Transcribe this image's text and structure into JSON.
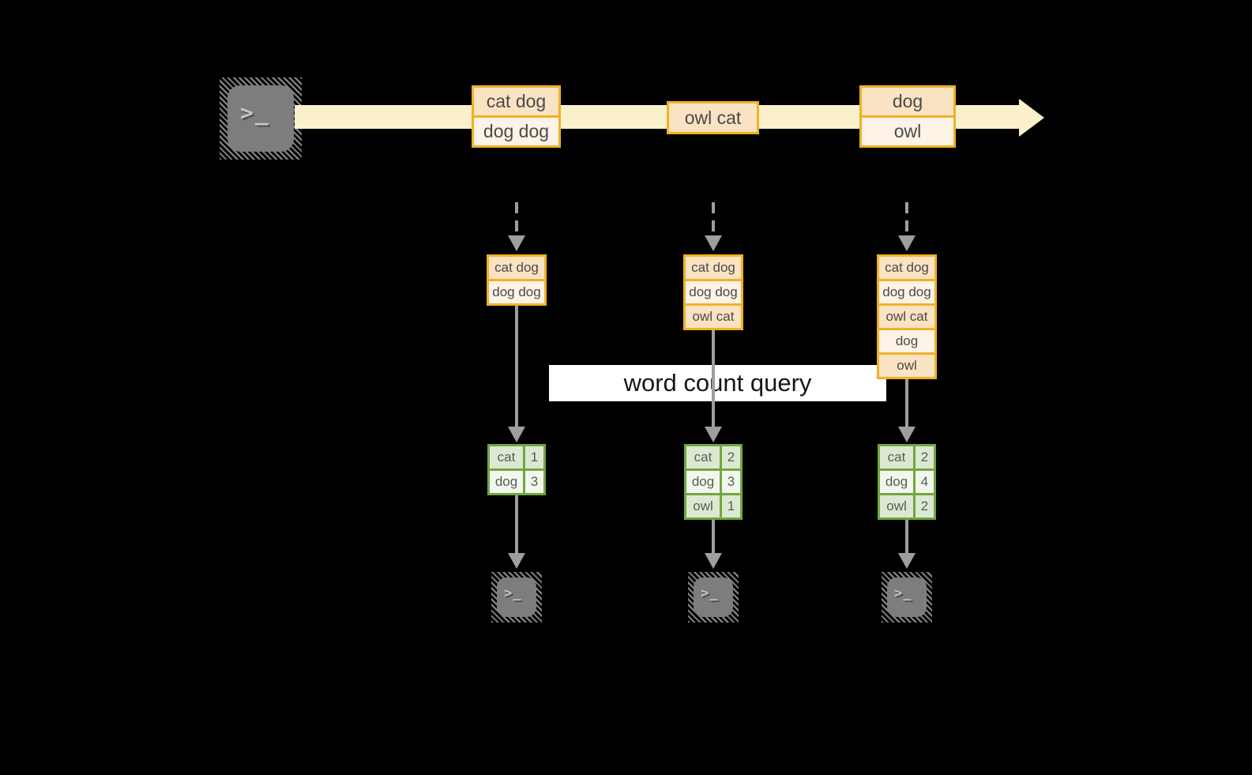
{
  "palette": {
    "background": "#000000",
    "stream_band": "#FAF0CC",
    "record_border": "#EFB226",
    "record_fill_dark": "#FAE3C3",
    "record_fill_light": "#FDF3E6",
    "table_border": "#72A63F",
    "table_fill_dark": "#DCE9D2",
    "table_fill_light": "#F2F7ED",
    "arrow_gray": "#9E9E9E",
    "terminal_gray": "#7D7D7D",
    "query_banner": "#FFFFFF"
  },
  "terminal": {
    "prompt": ">_"
  },
  "stream": {
    "events": [
      {
        "rows": [
          "cat dog",
          "dog dog"
        ]
      },
      {
        "rows": [
          "owl cat"
        ]
      },
      {
        "rows": [
          "dog",
          "owl"
        ]
      }
    ]
  },
  "query": {
    "label": "word count query"
  },
  "columns": [
    {
      "buffer": [
        "cat dog",
        "dog dog"
      ],
      "counts": [
        [
          "cat",
          "1"
        ],
        [
          "dog",
          "3"
        ]
      ]
    },
    {
      "buffer": [
        "cat dog",
        "dog dog",
        "owl cat"
      ],
      "counts": [
        [
          "cat",
          "2"
        ],
        [
          "dog",
          "3"
        ],
        [
          "owl",
          "1"
        ]
      ]
    },
    {
      "buffer": [
        "cat dog",
        "dog dog",
        "owl cat",
        "dog",
        "owl"
      ],
      "counts": [
        [
          "cat",
          "2"
        ],
        [
          "dog",
          "4"
        ],
        [
          "owl",
          "2"
        ]
      ]
    }
  ]
}
